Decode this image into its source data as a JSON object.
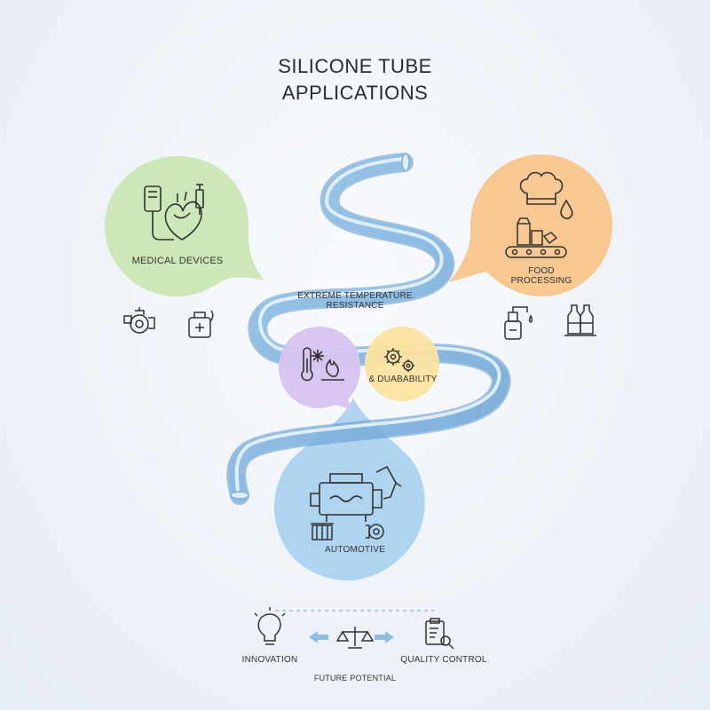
{
  "title": {
    "line1": "SILICONE TUBE",
    "line2": "APPLICATIONS"
  },
  "sections": {
    "medical": {
      "label": "MEDICAL DEVICES",
      "color": "#cde8b8"
    },
    "food": {
      "label_line1": "FOOD",
      "label_line2": "PROCESSING",
      "color": "#f8c892"
    },
    "temperature": {
      "label_line1": "EXTREME TEMPERATURE",
      "label_line2": "RESISTANCE",
      "color": "#d8c4f0"
    },
    "durability": {
      "label": "& DUABABILITY",
      "color": "#fbe3a0"
    },
    "automotive": {
      "label": "AUTOMOTIVE",
      "color": "#a9d0ee"
    }
  },
  "footer": {
    "innovation": "INNOVATION",
    "quality_control": "QUALITY CONTROL",
    "future_potential": "FUTURE POTENTIAL"
  },
  "icons": [
    "iv-bag-icon",
    "heart-icon",
    "syringe-icon",
    "pump-icon",
    "medical-bag-icon",
    "chef-hat-icon",
    "droplet-icon",
    "conveyor-icon",
    "soap-dispenser-icon",
    "bottles-icon",
    "thermometer-icon",
    "snowflake-icon",
    "flame-icon",
    "gears-icon",
    "engine-icon",
    "fuel-nozzle-icon",
    "radiator-icon",
    "turbo-icon",
    "lightbulb-icon",
    "balance-scale-icon",
    "arrow-left-icon",
    "arrow-right-icon",
    "clipboard-search-icon"
  ]
}
